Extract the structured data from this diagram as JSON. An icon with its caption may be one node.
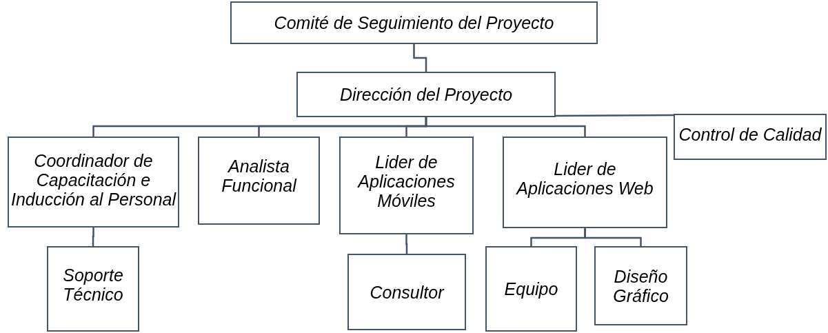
{
  "diagram": {
    "nodes": [
      {
        "text": [
          "Comité de Seguimiento del Proyecto"
        ]
      },
      {
        "text": [
          "Dirección del Proyecto"
        ]
      },
      {
        "text": [
          "Coordinador de Capacitación e Inducción al Personal"
        ]
      },
      {
        "text": [
          "Analista Funcional"
        ]
      },
      {
        "text": [
          "Lider de Aplicaciones Móviles"
        ]
      },
      {
        "text": [
          "Lider de Aplicaciones Web"
        ]
      },
      {
        "text": [
          "Control de Calidad"
        ]
      },
      {
        "text": [
          "Soporte Técnico"
        ]
      },
      {
        "text": [
          "Consultor"
        ]
      },
      {
        "text": [
          "Equipo"
        ]
      },
      {
        "text": [
          "Diseño Gráfico"
        ]
      }
    ],
    "edges": [
      {
        "from": 0,
        "to": 1,
        "arrow": "none"
      },
      {
        "from": 1,
        "to": 2,
        "arrow": "none"
      },
      {
        "from": 1,
        "to": 3,
        "arrow": "none"
      },
      {
        "from": 1,
        "to": 4,
        "arrow": "none"
      },
      {
        "from": 1,
        "to": 5,
        "arrow": "none"
      },
      {
        "from": 1,
        "to": 6,
        "arrow": "none"
      },
      {
        "from": 2,
        "to": 7,
        "arrow": "none"
      },
      {
        "from": 4,
        "to": 8,
        "arrow": "none"
      },
      {
        "from": 5,
        "to": 9,
        "arrow": "none"
      },
      {
        "from": 5,
        "to": 10,
        "arrow": "none"
      }
    ]
  }
}
